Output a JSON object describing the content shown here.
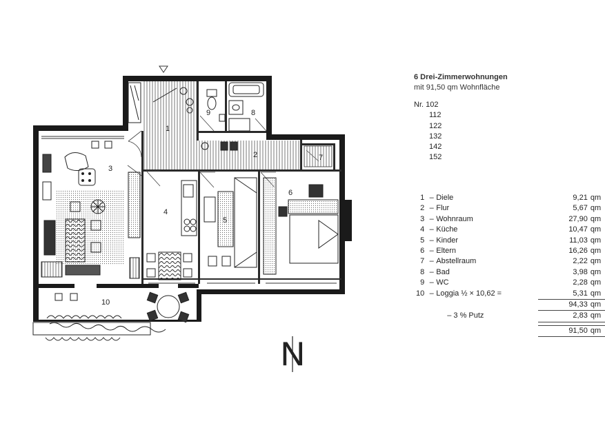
{
  "heading": {
    "title": "6 Drei-Zimmerwohnungen",
    "subtitle": "mit 91,50 qm Wohnfläche"
  },
  "unit_numbers": [
    "Nr. 102",
    "112",
    "122",
    "132",
    "142",
    "152"
  ],
  "area_table": [
    {
      "num": "1",
      "name": "Diele",
      "value": "9,21",
      "unit": "qm"
    },
    {
      "num": "2",
      "name": "Flur",
      "value": "5,67",
      "unit": "qm"
    },
    {
      "num": "3",
      "name": "Wohnraum",
      "value": "27,90",
      "unit": "qm"
    },
    {
      "num": "4",
      "name": "Küche",
      "value": "10,47",
      "unit": "qm"
    },
    {
      "num": "5",
      "name": "Kinder",
      "value": "11,03",
      "unit": "qm"
    },
    {
      "num": "6",
      "name": "Eltern",
      "value": "16,26",
      "unit": "qm"
    },
    {
      "num": "7",
      "name": "Abstellraum",
      "value": "2,22",
      "unit": "qm"
    },
    {
      "num": "8",
      "name": "Bad",
      "value": "3,98",
      "unit": "qm"
    },
    {
      "num": "9",
      "name": "WC",
      "value": "2,28",
      "unit": "qm"
    },
    {
      "num": "10",
      "name": "Loggia ½ × 10,62 =",
      "value": "5,31",
      "unit": "qm"
    }
  ],
  "subtotal": {
    "value": "94,33",
    "unit": "qm"
  },
  "deduction": {
    "label": "– 3 % Putz",
    "value": "2,83",
    "unit": "qm"
  },
  "total": {
    "value": "91,50",
    "unit": "qm"
  },
  "room_labels": [
    "1",
    "2",
    "3",
    "4",
    "5",
    "6",
    "7",
    "8",
    "9",
    "10"
  ],
  "north_symbol": "N"
}
